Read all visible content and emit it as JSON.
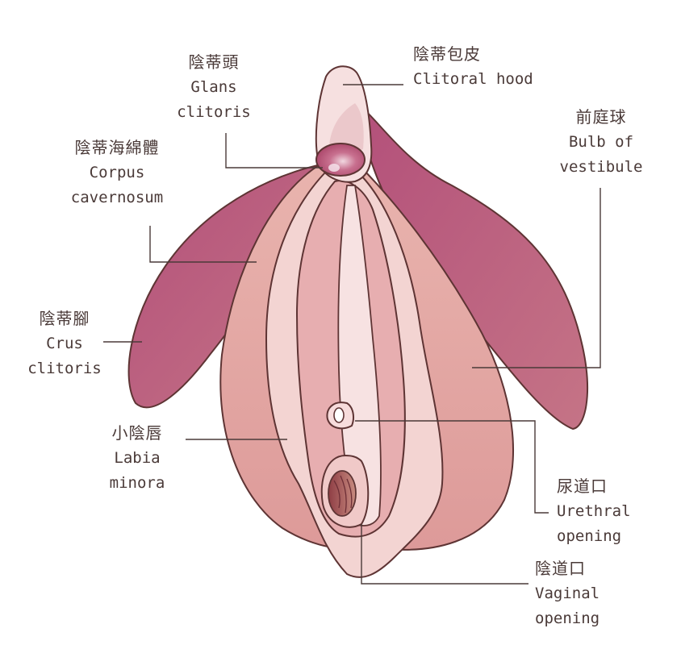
{
  "colors": {
    "outline": "#5e3434",
    "crus": "#b85a7e",
    "outer_labia": "#e2a29e",
    "inner_labia": "#f3d4d2",
    "inner_fold": "#e7aeb0",
    "hood": "#f6e0e0",
    "glans": "#b64e6e",
    "leader_line": "#4a3a38"
  },
  "labels": {
    "glans": {
      "zh": "陰蒂頭",
      "en1": "Glans",
      "en2": "clitoris"
    },
    "hood": {
      "zh": "陰蒂包皮",
      "en1": "Clitoral hood"
    },
    "corpus": {
      "zh": "陰蒂海綿體",
      "en1": "Corpus",
      "en2": "cavernosum"
    },
    "bulb": {
      "zh": "前庭球",
      "en1": "Bulb of",
      "en2": "vestibule"
    },
    "crus": {
      "zh": "陰蒂腳",
      "en1": "Crus",
      "en2": "clitoris"
    },
    "labia": {
      "zh": "小陰唇",
      "en1": "Labia",
      "en2": "minora"
    },
    "urethral": {
      "zh": "尿道口",
      "en1": "Urethral",
      "en2": "opening"
    },
    "vaginal": {
      "zh": "陰道口",
      "en1": "Vaginal",
      "en2": "opening"
    }
  }
}
